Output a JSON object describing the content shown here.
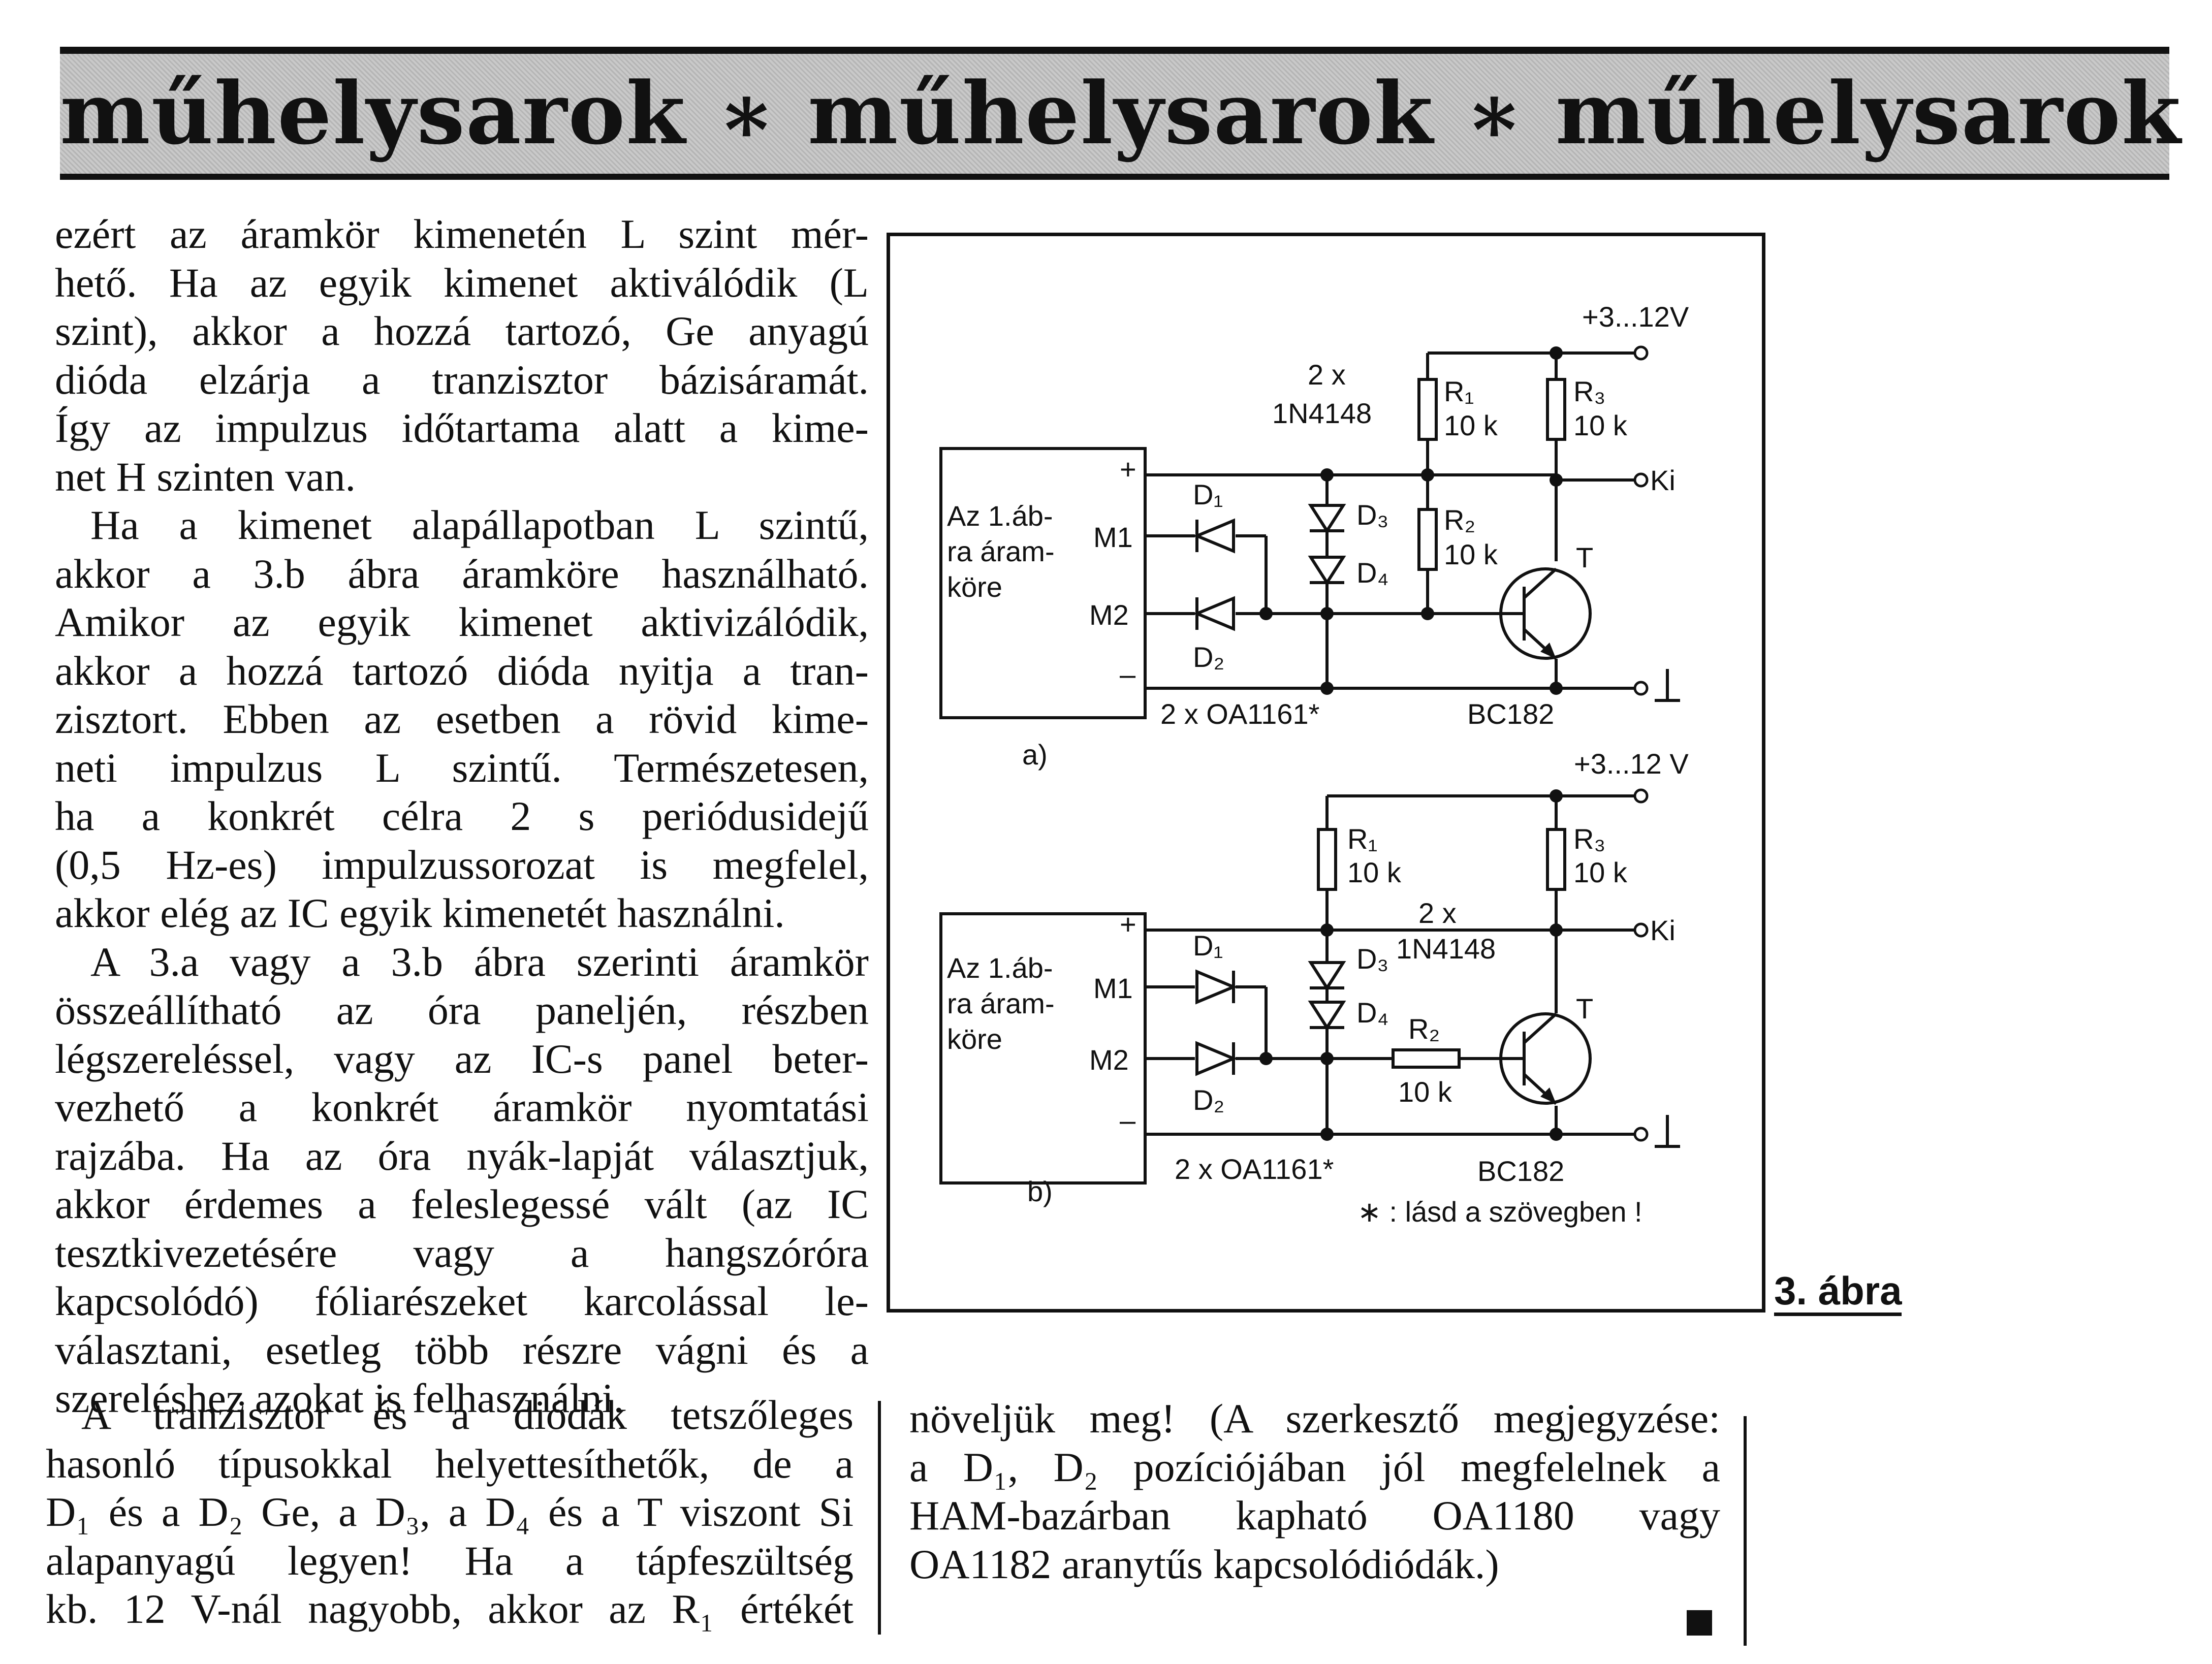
{
  "header": {
    "title": "műhelysarok ∗ műhelysarok ∗ műhelysarok"
  },
  "column1": {
    "lines": [
      "ezért az áramkör kimenetén L szint mér-",
      "hető. Ha az egyik kimenet aktiválódik (L",
      "szint), akkor a hozzá tartozó, Ge anyagú",
      "dióda elzárja a tranzisztor bázisáramát.",
      "Így az impulzus időtartama alatt a kime-",
      "net H szinten van.",
      "Ha a kimenet alapállapotban L szintű,",
      "akkor a 3.b ábra áramköre használható.",
      "Amikor az egyik kimenet aktivizálódik,",
      "akkor a hozzá tartozó dióda nyitja a tran-",
      "zisztort. Ebben az esetben a rövid kime-",
      "neti impulzus L szintű. Természetesen,",
      "ha a konkrét célra 2 s periódusidejű",
      "(0,5 Hz-es) impulzussorozat is megfelel,",
      "akkor elég az IC egyik kimenetét használni.",
      "A 3.a vagy a 3.b ábra szerinti áramkör",
      "összeállítható az óra paneljén, részben",
      "légszereléssel, vagy az IC-s panel beter-",
      "vezhető a konkrét áramkör nyomtatási",
      "rajzába. Ha az óra nyák-lapját választjuk,",
      "akkor érdemes a feleslegessé vált (az IC",
      "tesztkivezetésére vagy a hangszóróra",
      "kapcsolódó) fóliarészeket karcolással le-",
      "választani, esetleg több részre vágni és a",
      "szereléshez azokat is felhasználni."
    ],
    "bottom_lines": [
      "A tranzisztor és a diódák tetszőleges",
      "hasonló típusokkal helyettesíthetők, de a",
      "D₁ és a D₂ Ge, a D₃, a D₄ és a T viszont Si",
      "alapanyagú legyen! Ha a tápfeszültség",
      "kb. 12 V-nál nagyobb, akkor az R₁ értékét"
    ]
  },
  "column2": {
    "lines": [
      "növeljük meg! (A szerkesztő megjegyzése:",
      "a D₁, D₂ pozíciójában jól megfelelnek a",
      "HAM-bazárban kapható OA1180 vagy",
      "OA1182 aranytűs kapcsolódiódák.)"
    ]
  },
  "figure": {
    "caption": "3. ábra",
    "a": {
      "supply": "+3...12V",
      "diodes_note": "2 x",
      "diodes_type": "1N4148",
      "r1": "R₁",
      "r1_val": "10 k",
      "r2": "R₂",
      "r2_val": "10 k",
      "r3": "R₃",
      "r3_val": "10 k",
      "out": "Ki",
      "transistor": "T",
      "transistor_type": "BC182",
      "box_line1": "Az 1.áb-",
      "box_line2": "ra áram-",
      "box_line3": "köre",
      "plus": "+",
      "minus": "–",
      "m1": "M1",
      "m2": "M2",
      "d1": "D₁",
      "d2": "D₂",
      "d3": "D₃",
      "d4": "D₄",
      "ge_diodes": "2 x OA1161*",
      "label": "a)"
    },
    "b": {
      "supply": "+3...12 V",
      "diodes_note": "2 x",
      "diodes_type": "1N4148",
      "r1": "R₁",
      "r1_val": "10 k",
      "r2": "R₂",
      "r2_val": "10 k",
      "r3": "R₃",
      "r3_val": "10 k",
      "out": "Ki",
      "transistor": "T",
      "transistor_type": "BC182",
      "box_line1": "Az 1.áb-",
      "box_line2": "ra áram-",
      "box_line3": "köre",
      "plus": "+",
      "minus": "–",
      "m1": "M1",
      "m2": "M2",
      "d1": "D₁",
      "d2": "D₂",
      "d3": "D₃",
      "d4": "D₄",
      "ge_diodes": "2 x OA1161*",
      "label": "b)",
      "note": "∗ : lásd a szövegben !"
    }
  }
}
